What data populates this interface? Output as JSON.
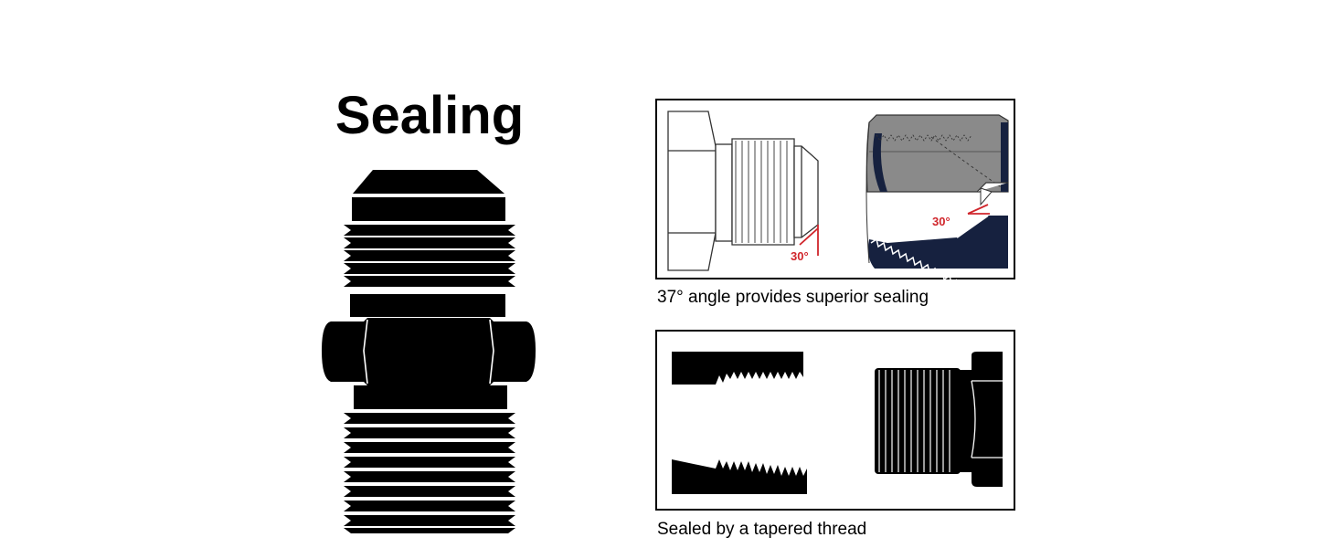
{
  "title": "Sealing",
  "panels": [
    {
      "caption": "37° angle provides superior sealing",
      "angle_label_left": "30°",
      "angle_label_right": "30°"
    },
    {
      "caption": "Sealed by a tapered thread"
    }
  ],
  "colors": {
    "ink": "#000000",
    "angle_red": "#d0252b",
    "nut_gray": "#8a8a8a",
    "sleeve_navy": "#16213f"
  }
}
